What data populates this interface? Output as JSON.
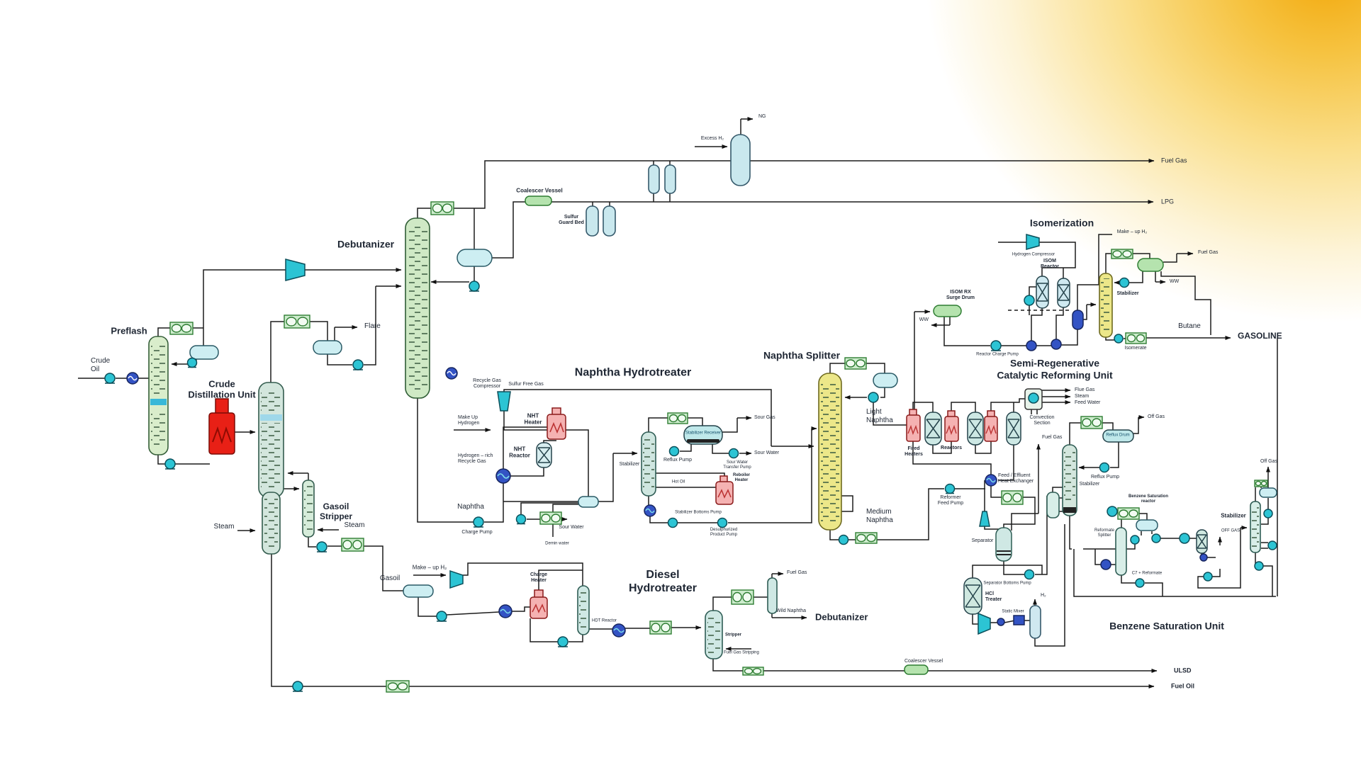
{
  "colors": {
    "line": "#1c1c1c",
    "column_green": "#cfe9c5",
    "column_teal": "#d3e6dd",
    "column_yellow": "#ece789",
    "vessel_blue": "#c9e8ee",
    "vessel_green": "#b5e3ae",
    "pump_teal": "#2cc4d4",
    "exchanger_navy": "#3353c4",
    "heater_red": "#e82016",
    "heater_pink": "#f5b2b2",
    "cooler_green": "#cdeccd",
    "corner_yellow": "#f2a90d"
  },
  "titles": {
    "preflash": "Preflash",
    "cdu": "Crude\nDistillation Unit",
    "debutanizer": "Debutanizer",
    "gasoil_stripper": "Gasoil\nStripper",
    "nht": "Naphtha Hydrotreater",
    "splitter": "Naphtha Splitter",
    "dht": "Diesel\nHydrotreater",
    "debutanizer2": "Debutanizer",
    "isom": "Isomerization",
    "cru": "Semi-Regenerative\nCatalytic Reforming Unit",
    "benzene": "Benzene Saturation Unit",
    "gasoline": "GASOLINE"
  },
  "streams": {
    "crude_oil": "Crude\nOil",
    "flare": "Flare",
    "fuel_gas_top": "Fuel Gas",
    "lpg": "LPG",
    "ng": "NG",
    "excess_h2": "Excess H₂",
    "steam_cdu": "Steam",
    "steam_stripper": "Steam",
    "gasoil": "Gasoil",
    "naphtha": "Naphtha",
    "light_naphtha": "Light\nNaphtha",
    "medium_naphtha": "Medium\nNaphtha",
    "butane": "Butane",
    "isomerate": "Isomerate",
    "ulsd": "ULSD",
    "fuel_oil": "Fuel Oil",
    "ww_surge": "WW",
    "ww_isom": "WW",
    "fuel_gas_isom": "Fuel Gas",
    "makeup_h2_isom": "Make – up H₂",
    "off_gas_cru": "Off Gas",
    "fuel_gas_cru": "Fuel Gas",
    "flue_gas": "Flue Gas",
    "steam_cru": "Steam",
    "feed_water": "Feed Water",
    "off_gas_benz": "Off Gas",
    "off_gas_benz2": "OFF GAS",
    "c7_reformate": "C7 + Reformate",
    "h2": "H₂",
    "makeup_h2_dht": "Make – up H₂",
    "fuel_gas_dht": "Fuel Gas",
    "wild_naphtha": "Wild Naphtha",
    "fuel_gas_stripping": "Fuel Gas Stripping",
    "sour_gas": "Sour Gas",
    "sour_water_a": "Sour Water",
    "sour_water_b": "Sour Water",
    "demin_water": "Demin water",
    "makeup_hydrogen_nht": "Make Up\nHydrogen",
    "sulfur_free_gas": "Sulfur Free Gas",
    "hydrogen_rich": "Hydrogen – rich\nRecycle Gas",
    "hot_oil": "Hot Oil"
  },
  "equipment": {
    "coalescer_vessel": "Coalescer Vessel",
    "sulfur_guard_bed": "Sulfur\nGuard Bed",
    "recycle_gas_compressor": "Recycle Gas\nCompressor",
    "nht_heater": "NHT\nHeater",
    "nht_reactor": "NHT\nReactor",
    "charge_pump": "Charge Pump",
    "stabilizer_nht": "Stabilizer",
    "reflux_pump_nht": "Reflux Pump",
    "stabilizer_receiver": "Stabilizer Receiver",
    "sour_water_transfer_pump": "Sour Water\nTransfer Pump",
    "reboiler_heater": "Reboiler\nHeater",
    "stabilizer_bottoms_pump": "Stabilizer Bottoms Pump",
    "desulphurized_product_pump": "Desulphurized\nProduct Pump",
    "hydrogen_compressor": "Hydrogen Compressor",
    "isom_reactor": "ISOM\nReactor",
    "isom_rx_surge_drum": "ISOM RX\nSurge Drum",
    "reactor_charge_pump": "Reactor Charge Pump",
    "stabilizer_isom": "Stabilizer",
    "fired_heaters": "Fired\nHeaters",
    "reactors": "Reactors",
    "convection_section": "Convection\nSection",
    "feed_effluent_hx": "Feed / Effluent\nHeat Exchanger",
    "reformer_feed_pump": "Reformer\nFeed Pump",
    "separator": "Separator",
    "separator_bottoms_pump": "Separator Bottoms Pump",
    "hcl_treater": "HCl\nTreater",
    "static_mixer": "Static Mixer",
    "stabilizer_cru": "Stabilizer",
    "reflux_drum": "Reflux Drum",
    "reflux_pump_cru": "Reflux Pump",
    "reformate_splitter": "Reformate\nSplitter",
    "benzene_sat_reactor": "Benzene Saturation\nreactor",
    "stabilizer_benz": "Stabilizer",
    "charge_heater": "Charge\nHeater",
    "hdt_reactor": "HDT Reactor",
    "stripper_dht": "Stripper",
    "coalescer_vessel2": "Coalescer Vessel"
  }
}
